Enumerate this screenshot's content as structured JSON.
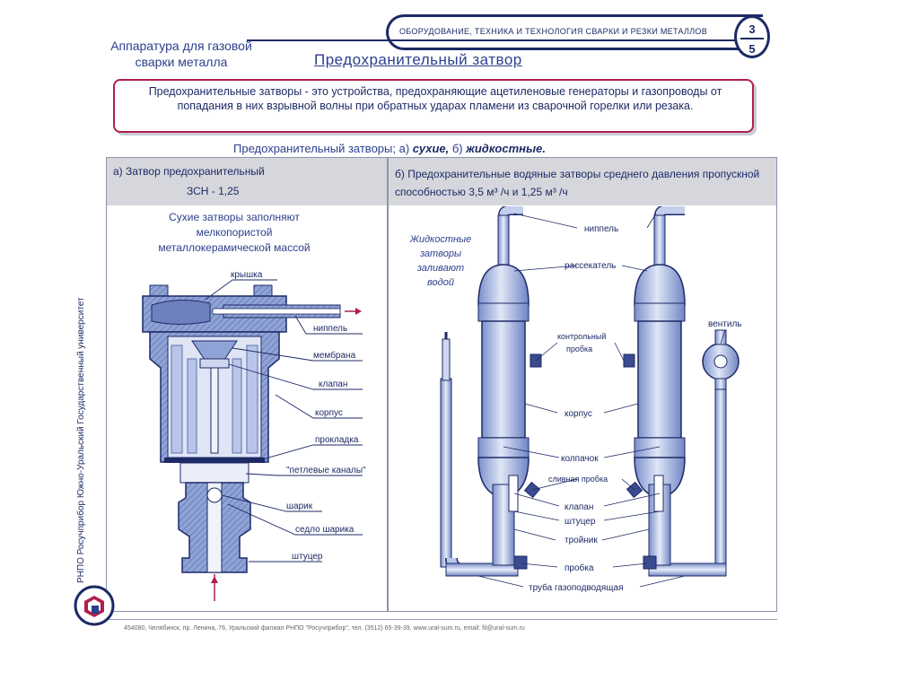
{
  "series": {
    "text": "ОБОРУДОВАНИЕ, ТЕХНИКА  И ТЕХНОЛОГИЯ СВАРКИ И РЕЗКИ МЕТАЛЛОВ",
    "page_top": "3",
    "page_bottom": "5"
  },
  "section": {
    "line1": "Аппаратура  для  газовой",
    "line2": "сварки  металла"
  },
  "title": "Предохранительный   затвор",
  "definition": "Предохранительные  затворы  -  это  устройства,  предохраняющие  ацетиленовые  генераторы  и газопроводы  от  попадания  в  них  взрывной  волны  при  обратных  ударах  пламени  из сварочной  горелки  или  резака.",
  "subtitle": {
    "prefix": "Предохранительный  затворы;  а)",
    "dry": "сухие,",
    "mid": " б)",
    "liquid": "жидкостные."
  },
  "vertical": "РНПО Росучприбор      Южно-Уральский Государственный университет",
  "panel_a": {
    "head1": "а)  Затвор  предохранительный",
    "head2": "ЗСН - 1,25",
    "note": [
      "Сухие  затворы  заполняют",
      "мелкопористой",
      "металлокерамической  массой"
    ],
    "labels": [
      "крышка",
      "ниппель",
      "мембрана",
      "клапан",
      "корпус",
      "прокладка",
      "\"петлевые каналы\"",
      "шарик",
      "седло шарика",
      "штуцер"
    ]
  },
  "panel_b": {
    "head": "б)  Предохранительные  водяные  затворы  среднего  давления  пропускной  способностью  3,5  м³ /ч   и   1,25  м³ /ч",
    "note": [
      "Жидкостные",
      "затворы",
      "заливают",
      "водой"
    ],
    "labels": [
      "ниппель",
      "рассекатель",
      "контрольный",
      "пробка",
      "вентиль",
      "корпус",
      "колпачок",
      "сливная  пробка",
      "клапан",
      "штуцер",
      "тройник",
      "пробка",
      "труба  газоподводящая"
    ]
  },
  "footer": "454080, Челябинск, пр. Ленина, 76, Уральский филиал РНПО \"Росучприбор\", тел. (3512) 65-39-39, www.ural-sum.ru, email: fil@ural-sum.ru",
  "colors": {
    "ink": "#1d2a66",
    "accent": "#b0204a",
    "metal": "#8fa3d6",
    "metal_dark": "#5f72ad",
    "header_bg": "#d6d7dc"
  }
}
